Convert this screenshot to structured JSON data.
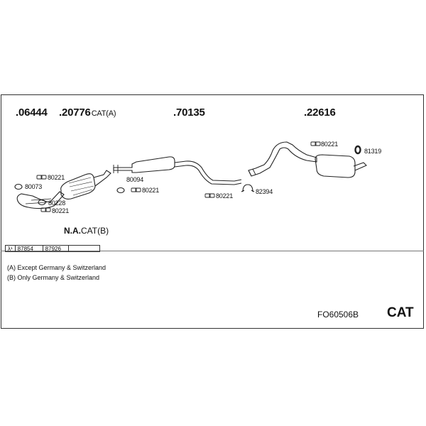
{
  "parts": {
    "p1": {
      "number": ".06444",
      "suffix": ""
    },
    "p2": {
      "number": ".20776",
      "suffix": "CAT(A)"
    },
    "p3": {
      "number": ".70135",
      "suffix": ""
    },
    "p4": {
      "number": ".22616",
      "suffix": ""
    }
  },
  "na_label": {
    "number": "N.A.",
    "suffix": "CAT(B)"
  },
  "accessories": {
    "a1": "80221",
    "a2": "80073",
    "a3": "80228",
    "a4": "80221",
    "a5": "80094",
    "a6": "80221",
    "a7": "80221",
    "a8": "82394",
    "a9": "80221",
    "a10": "81319"
  },
  "ref_table": {
    "symbol": "λ¹",
    "values": [
      "87854",
      "87926",
      ""
    ]
  },
  "notes": [
    "(A) Except Germany & Switzerland",
    "(B) Only Germany & Switzerland"
  ],
  "diagram_code": "FO60506B",
  "badge": "CAT"
}
